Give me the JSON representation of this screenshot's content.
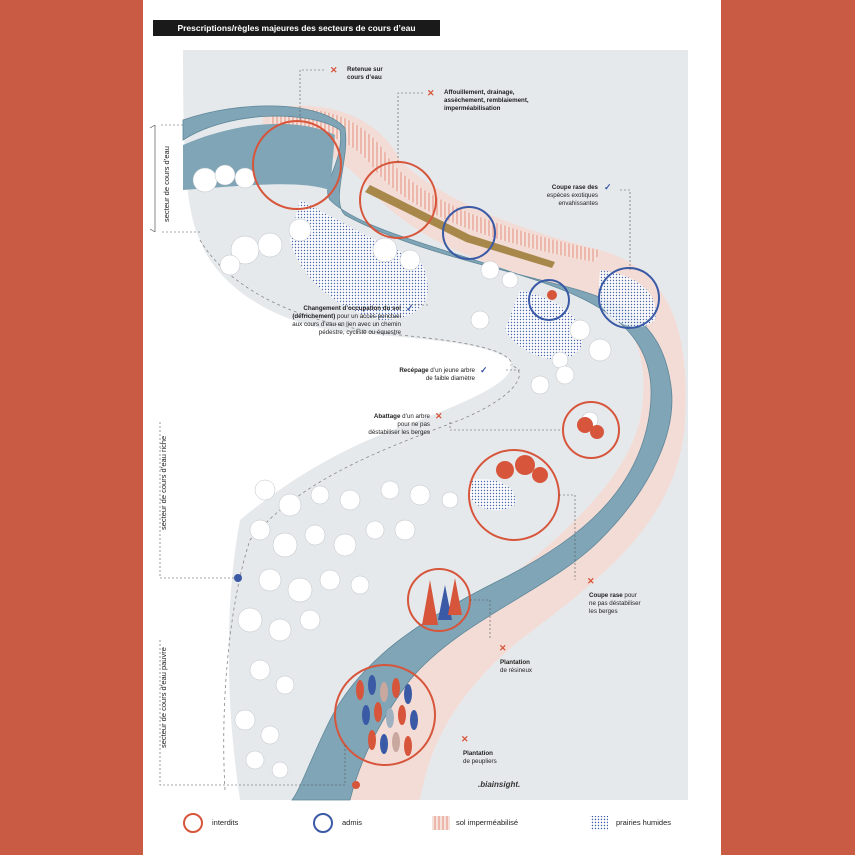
{
  "title": "Prescriptions/règles majeures des secteurs de cours d’eau",
  "sides": {
    "top": "secteur de cours d’eau",
    "rich": "secteur de cours d’eau riche",
    "poor": "secteur de cours d’eau pauvre"
  },
  "annotations": {
    "retenue": {
      "line1": "Retenue sur",
      "line2": "cours d’eau",
      "mark": "✕"
    },
    "affouillement": {
      "line1": "Affouillement, drainage,",
      "line2": "assèchement, remblaiement,",
      "line3": "imperméabilisation",
      "mark": "✕"
    },
    "coupe_exotiques": {
      "line1": "Coupe rase des",
      "line2": "espèces exotiques",
      "line3": "envahissantes",
      "mark": "✓"
    },
    "changement": {
      "line1": "Changement d’occupation du sol",
      "line2a": "(défrichement)",
      "line2b": " pour un accès ponctuel",
      "line3": "aux cours d’eau en lien avec un chemin",
      "line4": "pédestre, cycliste ou équestre",
      "mark": "✓"
    },
    "recepage": {
      "bold": "Recépage",
      "line1": " d’un jeune arbre",
      "line2": "de faible diamètre",
      "mark": "✓"
    },
    "abattage": {
      "bold": "Abattage",
      "line1": " d’un arbre",
      "line2": "pour ne pas",
      "line3": "déstabiliser les berges",
      "mark": "✕"
    },
    "coupe_rase": {
      "bold": "Coupe rase",
      "line1": " pour",
      "line2": "ne pas déstabiliser",
      "line3": "les berges",
      "mark": "✕"
    },
    "plantation_resineux": {
      "line1": "Plantation",
      "line2": "de résineux",
      "mark": "✕"
    },
    "plantation_peupliers": {
      "line1": "Plantation",
      "line2": "de peupliers",
      "mark": "✕"
    }
  },
  "credit": ".biainsight.",
  "legend": [
    {
      "label": "interdits"
    },
    {
      "label": "admis"
    },
    {
      "label": "sol imperméabilisé"
    },
    {
      "label": "prairies humides"
    }
  ],
  "colors": {
    "background": "#c95a43",
    "interdit": "#d6553b",
    "admis": "#3a5aa6",
    "water": "#7fa5b6",
    "land": "#e6e9ec"
  }
}
